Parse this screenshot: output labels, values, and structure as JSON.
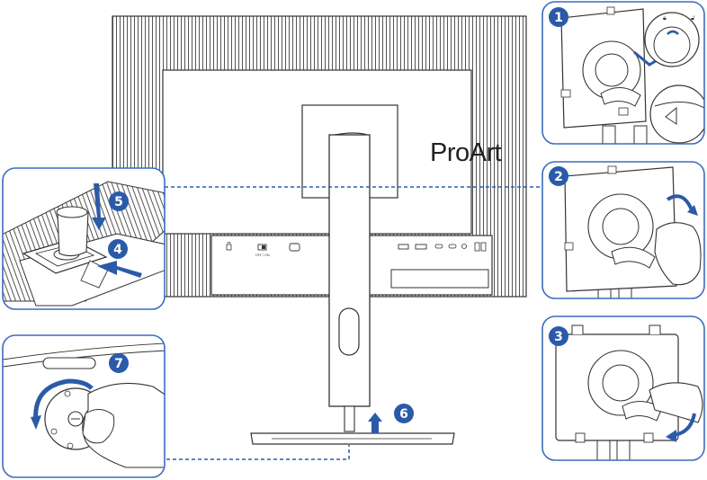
{
  "brand": "ProArt",
  "ports": {
    "power_switch": "OFF / ON"
  },
  "steps": [
    "1",
    "2",
    "3",
    "4",
    "5",
    "6",
    "7"
  ],
  "colors": {
    "step_badge": "#2b5aa8",
    "panel_border": "#3a6cc0",
    "guide_line": "#2a5db0",
    "outline": "#333333"
  },
  "icons": [
    "lock-icon",
    "unlock-icon",
    "rotate-arrow-icon",
    "push-arrow-icon",
    "screw-icon",
    "hand-icon"
  ]
}
